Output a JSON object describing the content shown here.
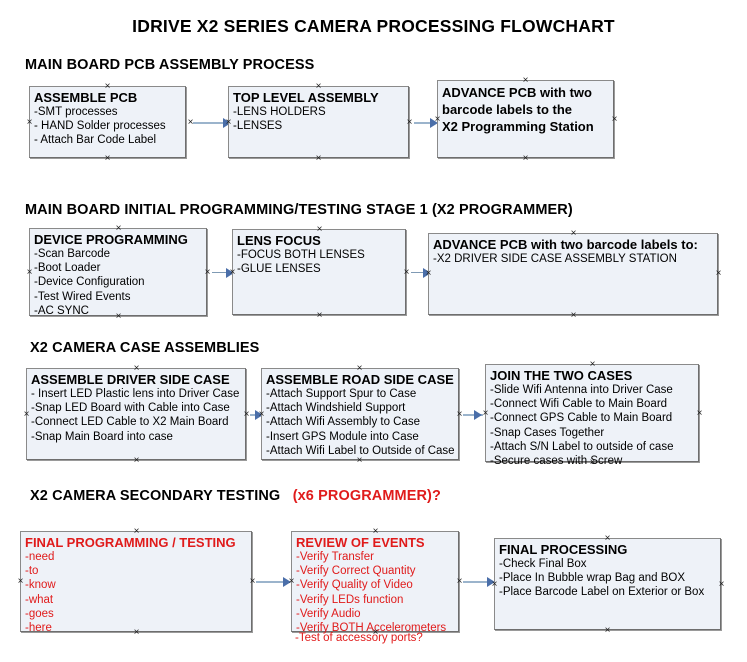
{
  "title": "IDRIVE X2  SERIES CAMERA PROCESSING FLOWCHART",
  "sections": [
    {
      "heading": "MAIN BOARD PCB ASSEMBLY PROCESS",
      "boxes": [
        {
          "header": "ASSEMBLE PCB",
          "items": [
            "-SMT processes",
            "- HAND Solder processes",
            "- Attach Bar Code Label"
          ]
        },
        {
          "header": "TOP LEVEL ASSEMBLY",
          "items": [
            "-LENS HOLDERS",
            "-LENSES"
          ]
        },
        {
          "header": "ADVANCE PCB with two barcode labels to the  X2 Programming Station",
          "header_line1": "ADVANCE PCB with two",
          "header_line2": "barcode labels to the",
          "header_line3": " X2 Programming Station",
          "items": []
        }
      ]
    },
    {
      "heading": "MAIN BOARD INITIAL PROGRAMMING/TESTING STAGE 1 (X2 PROGRAMMER)",
      "boxes": [
        {
          "header": "DEVICE PROGRAMMING",
          "items": [
            "-Scan Barcode",
            "-Boot Loader",
            "-Device Configuration",
            "-Test Wired Events",
            "-AC SYNC"
          ]
        },
        {
          "header": "LENS FOCUS",
          "items": [
            "-FOCUS BOTH LENSES",
            "-GLUE LENSES"
          ]
        },
        {
          "header": "ADVANCE PCB with two barcode labels to:",
          "items": [
            "-X2 DRIVER  SIDE  CASE  ASSEMBLY STATION"
          ]
        }
      ]
    },
    {
      "heading": "X2 CAMERA CASE ASSEMBLIES",
      "boxes": [
        {
          "header": "ASSEMBLE DRIVER SIDE CASE",
          "items": [
            "- Insert LED Plastic lens into Driver Case",
            "-Snap LED Board with Cable into Case",
            "-Connect LED Cable to X2 Main Board",
            "-Snap Main Board into case"
          ]
        },
        {
          "header": "ASSEMBLE ROAD SIDE CASE",
          "items": [
            "-Attach Support Spur to Case",
            "-Attach Windshield Support",
            "-Attach Wifi Assembly to Case",
            "-Insert GPS Module into Case",
            "-Attach Wifi Label to Outside of Case"
          ]
        },
        {
          "header": "JOIN THE TWO CASES",
          "items": [
            "-Slide Wifi Antenna into Driver Case",
            "-Connect Wifi Cable to Main Board",
            "-Connect GPS Cable to Main Board",
            "-Snap Cases Together",
            "-Attach S/N Label to outside of case",
            "-Secure cases with Screw"
          ]
        }
      ]
    },
    {
      "heading": "X2 CAMERA SECONDARY TESTING",
      "heading_red": "(x6 PROGRAMMER)?",
      "boxes": [
        {
          "header": "FINAL PROGRAMMING / TESTING",
          "items": [
            "-need",
            "-to",
            "-know",
            "-what",
            "-goes",
            "-here"
          ]
        },
        {
          "header": "REVIEW OF EVENTS",
          "items": [
            "-Verify Transfer",
            "-Verify Correct Quantity",
            "-Verify Quality of Video",
            "-Verify LEDs function",
            "-Verify Audio",
            "-Verify BOTH Accelerometers"
          ],
          "overflow_item": "-Test of accessory ports?"
        },
        {
          "header": "FINAL PROCESSING",
          "items": [
            " -Check Final Box",
            "-Place In Bubble wrap Bag and BOX",
            "-Place Barcode Label on Exterior or Box"
          ]
        }
      ]
    }
  ],
  "colors": {
    "box_fill": "#eef2f8",
    "box_border": "#8a8a8a",
    "accent_red": "#e01b1b",
    "connector": "#9bb4cc",
    "arrow": "#4a6ea9"
  }
}
